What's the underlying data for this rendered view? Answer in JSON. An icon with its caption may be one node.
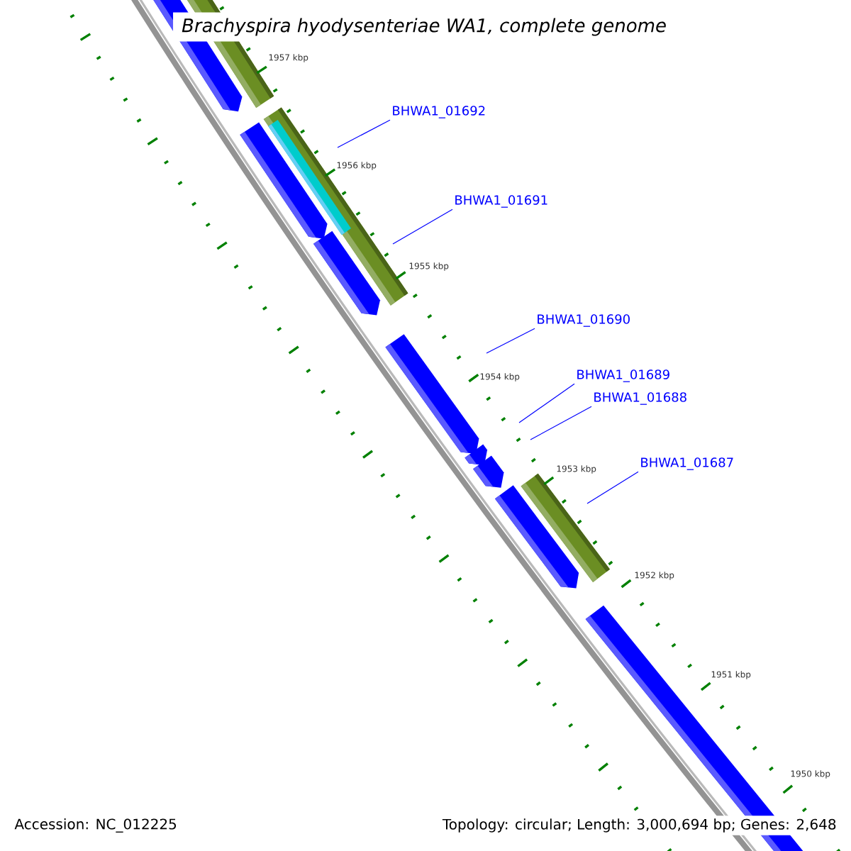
{
  "diagram": {
    "title": "Brachyspira hyodysenteriae WA1, complete genome",
    "nodes": [
      {
        "text": [
          "BHWA1_01692"
        ]
      },
      {
        "text": [
          "BHWA1_01691"
        ]
      },
      {
        "text": [
          "BHWA1_01690"
        ]
      },
      {
        "text": [
          "BHWA1_01689"
        ]
      },
      {
        "text": [
          "BHWA1_01688"
        ]
      },
      {
        "text": [
          "BHWA1_01687"
        ]
      }
    ],
    "edges": [
      {
        "from": 0,
        "to": null,
        "arrow": "none"
      },
      {
        "from": 1,
        "to": null,
        "arrow": "none"
      },
      {
        "from": 2,
        "to": null,
        "arrow": "none"
      },
      {
        "from": 3,
        "to": null,
        "arrow": "none"
      },
      {
        "from": 4,
        "to": null,
        "arrow": "none"
      },
      {
        "from": 5,
        "to": null,
        "arrow": "none"
      }
    ],
    "labels": [
      "1957 kbp",
      "1956 kbp",
      "1955 kbp",
      "1954 kbp",
      "1953 kbp",
      "1952 kbp",
      "1951 kbp",
      "1950 kbp",
      "Accession: NC_012225",
      "Topology: circular; Length: 3,000,694 bp; Genes: 2,648"
    ]
  }
}
